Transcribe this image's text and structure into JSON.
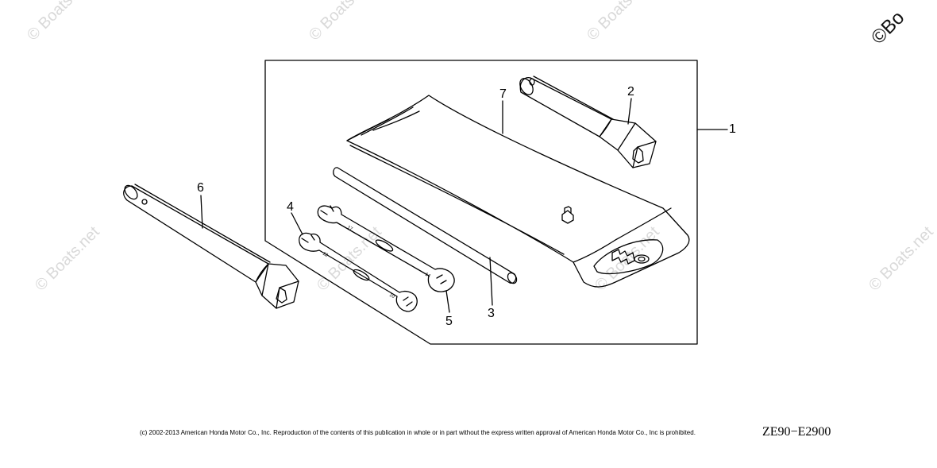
{
  "watermark": {
    "text": "© Boats.net",
    "fragment": "©Bo"
  },
  "callouts": {
    "c1": "1",
    "c2": "2",
    "c3": "3",
    "c4": "4",
    "c5": "5",
    "c6": "6",
    "c7": "7"
  },
  "footer": {
    "copyright": "(c) 2002-2013 American Honda Motor Co., Inc. Reproduction of the contents of this publication in whole or in part without the express written approval of American Honda Motor Co., Inc is prohibited.",
    "diagram_code": "ZE90−E2900"
  },
  "colors": {
    "line": "#000000",
    "watermark": "#d9d9d9"
  }
}
